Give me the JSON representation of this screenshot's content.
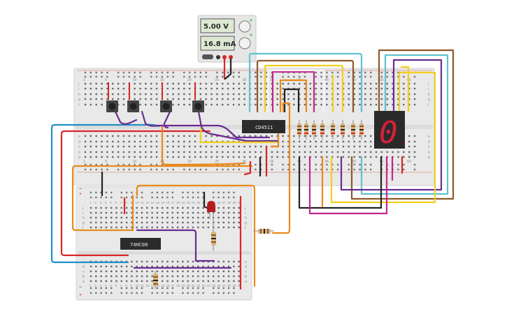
{
  "power_supply": {
    "voltage": "5.00 V",
    "current": "16.8 mA"
  },
  "chips": {
    "decoder": "CD4511",
    "and_gate": "74HC08"
  },
  "breadboard_top": {
    "col_labels": [
      "1",
      "5",
      "10",
      "15",
      "20",
      "25",
      "30",
      "35",
      "40",
      "45",
      "50",
      "55",
      "60"
    ],
    "row_labels": [
      "a",
      "b",
      "c",
      "d",
      "e",
      "f",
      "g",
      "h",
      "i",
      "j"
    ]
  },
  "breadboard_small": {
    "col_labels": [
      "1",
      "5",
      "10",
      "15",
      "20",
      "25",
      "30"
    ],
    "row_labels": [
      "a",
      "b",
      "c",
      "d",
      "e",
      "f",
      "g",
      "h",
      "i",
      "j"
    ]
  },
  "display": {
    "digit": "0"
  },
  "rails": {
    "plus": "+",
    "minus": "−"
  },
  "colors": {
    "red": "#d92626",
    "black": "#222222",
    "cyan": "#5fc2d2",
    "blue": "#1f8fc4",
    "orange": "#e88a1a",
    "yellow": "#f2cf1d",
    "purple": "#6a2c91",
    "magenta": "#c1278c",
    "brown": "#8b5a2b",
    "white": "#f5f5f5"
  }
}
